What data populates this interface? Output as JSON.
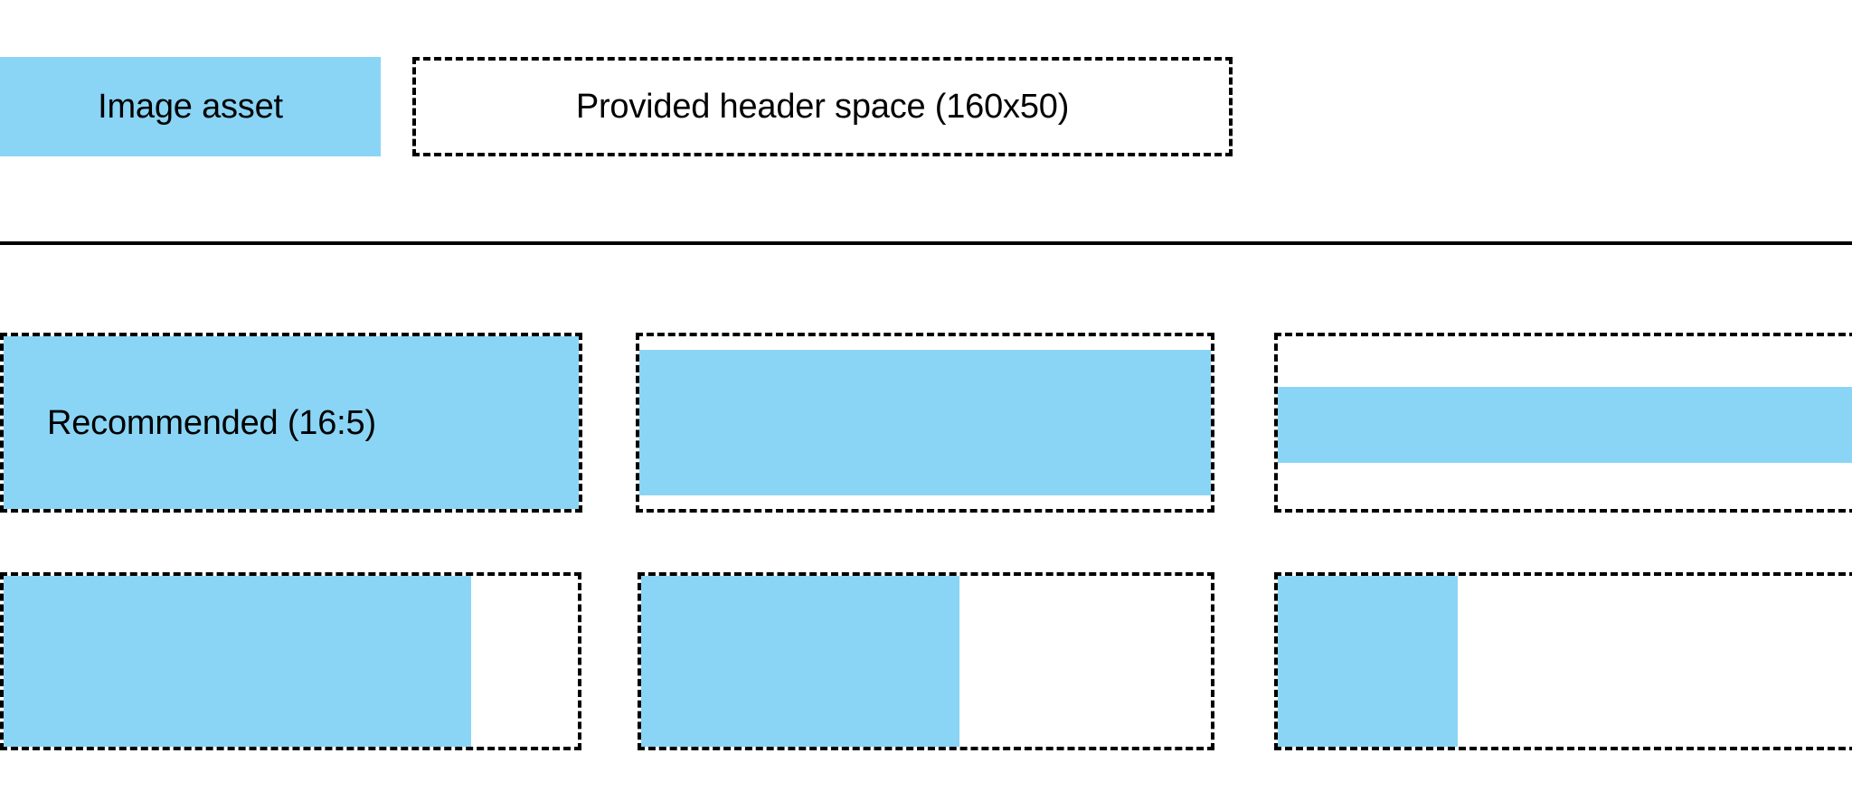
{
  "colors": {
    "accent": "#8ad5f5",
    "outline": "#000000",
    "background": "#ffffff",
    "text": "#000000"
  },
  "legend": {
    "swatch_label": "Image asset",
    "outline_label": "Provided header space (160x50)"
  },
  "examples": {
    "row1": [
      {
        "label": "Recommended (16:5)"
      },
      {
        "label": ""
      },
      {
        "label": ""
      }
    ],
    "row2": [
      {
        "label": ""
      },
      {
        "label": ""
      },
      {
        "label": ""
      }
    ]
  }
}
